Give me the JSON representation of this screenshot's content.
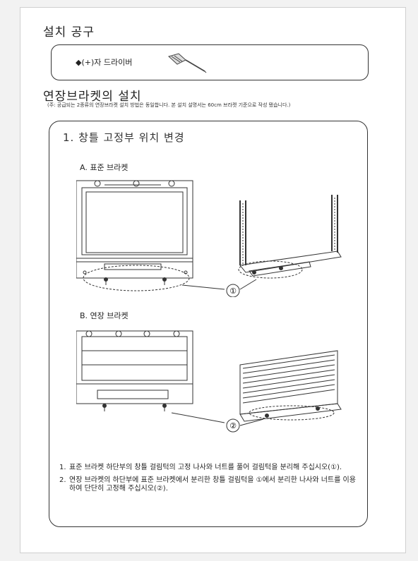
{
  "headings": {
    "tools_title": "설치 공구",
    "install_title": "연장브라켓의 설치"
  },
  "tools": {
    "item": "◆(+)자 드라이버",
    "icon": "screwdriver-icon"
  },
  "note": "(주: 공급되는 2종류의 연장브라켓 설치 방법은 동일합니다. 본 설치 설명서는 60cm 브라켓 기준으로 작성 됐습니다.)",
  "section": {
    "title": "1. 창틀 고정부 위치 변경",
    "sub_a": "A. 표준 브라켓",
    "sub_b": "B. 연장 브라켓",
    "callout_1": "①",
    "callout_2": "②"
  },
  "steps": [
    {
      "num": "1.",
      "text": "표준 브라켓 하단부의 창틀 걸림턱의 고정 나사와 너트를 풀어 걸림턱을 분리해 주십시오(①)."
    },
    {
      "num": "2.",
      "text": "연장 브라켓의 하단부에 표준 브라켓에서 분리한 창틀 걸림턱을 ①에서 분리한 나사와 너트를 이용하여 단단히 고정해 주십시오(②)."
    }
  ]
}
